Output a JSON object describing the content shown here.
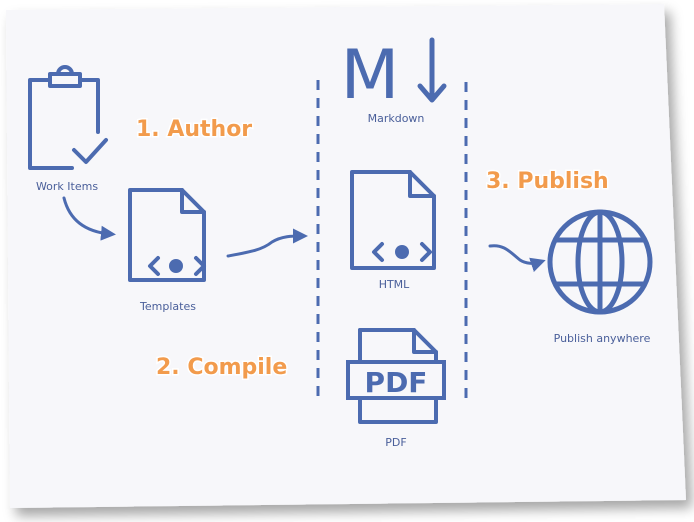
{
  "colors": {
    "icon": "#4c6bb0",
    "label": "#4a5f9a",
    "step": "#f29b4c",
    "card": "#f7f7fa"
  },
  "steps": {
    "author": "1. Author",
    "compile": "2. Compile",
    "publish": "3. Publish"
  },
  "nodes": {
    "work_items": "Work Items",
    "templates": "Templates",
    "markdown": "Markdown",
    "html": "HTML",
    "pdf": "PDF",
    "publish_anywhere": "Publish anywhere"
  },
  "icons": {
    "work_items": "clipboard-check-icon",
    "templates": "code-document-icon",
    "markdown": "markdown-icon",
    "html": "code-document-icon",
    "pdf": "pdf-document-icon",
    "publish": "globe-icon"
  },
  "pdf_icon_text": "PDF",
  "markdown_icon_text": "M"
}
